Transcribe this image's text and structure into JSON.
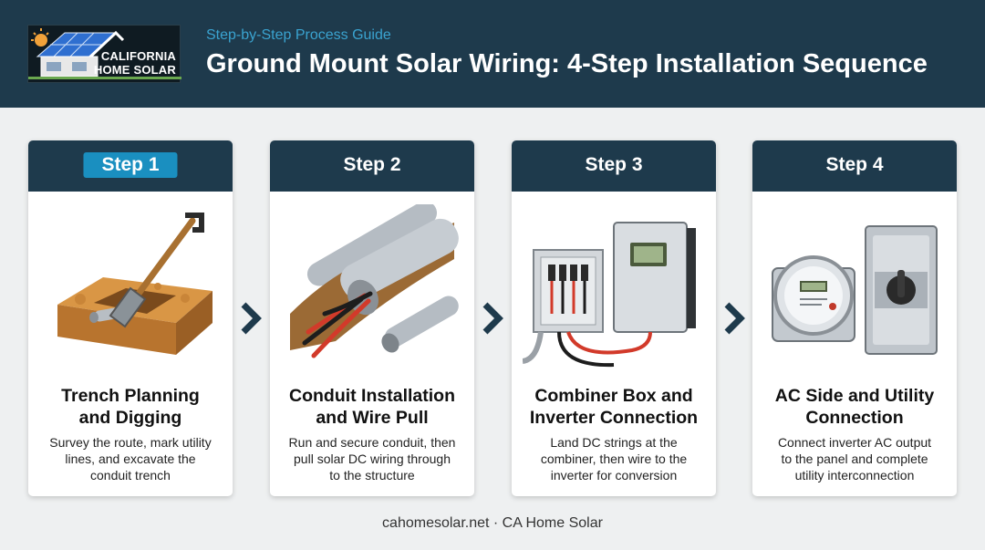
{
  "header": {
    "logo": {
      "line1": "CALIFORNIA",
      "line2": "HOME SOLAR"
    },
    "subtitle": "Step-by-Step Process Guide",
    "title": "Ground Mount Solar Wiring: 4-Step Installation Sequence"
  },
  "steps": [
    {
      "label": "Step 1",
      "title_line1": "Trench Planning",
      "title_line2": "and Digging",
      "desc_line1": "Survey the route, mark utility",
      "desc_line2": "lines, and excavate the",
      "desc_line3": "conduit trench",
      "illustration": "shovel-trench-icon"
    },
    {
      "label": "Step 2",
      "title_line1": "Conduit Installation",
      "title_line2": "and Wire Pull",
      "desc_line1": "Run and secure conduit, then",
      "desc_line2": "pull solar DC wiring through",
      "desc_line3": "to the structure",
      "illustration": "conduit-wires-icon"
    },
    {
      "label": "Step 3",
      "title_line1": "Combiner Box and",
      "title_line2": "Inverter Connection",
      "desc_line1": "Land DC strings at the",
      "desc_line2": "combiner, then wire to the",
      "desc_line3": "inverter for conversion",
      "illustration": "combiner-inverter-icon"
    },
    {
      "label": "Step 4",
      "title_line1": "AC Side and Utility",
      "title_line2": "Connection",
      "desc_line1": "Connect inverter AC output",
      "desc_line2": "to the panel and complete",
      "desc_line3": "utility interconnection",
      "illustration": "meter-disconnect-icon"
    }
  ],
  "colors": {
    "header_bg": "#1e3a4c",
    "accent": "#1a8fc0",
    "subtitle": "#3aa3d0",
    "page_bg": "#eef0f1"
  },
  "footer": {
    "text": "cahomesolar.net · CA Home Solar"
  }
}
